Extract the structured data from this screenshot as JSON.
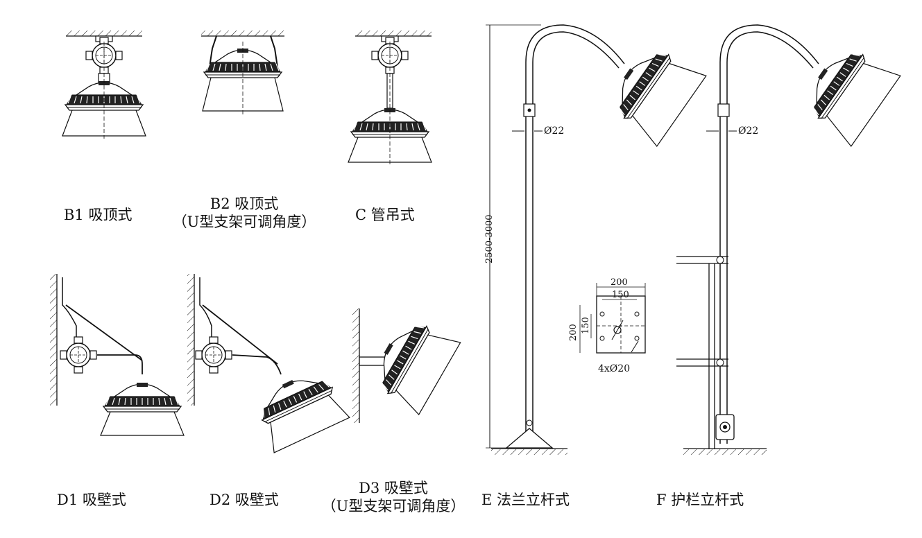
{
  "captions": {
    "b1": "B1 吸顶式",
    "b2_line1": "B2 吸顶式",
    "b2_line2": "（U型支架可调角度）",
    "c": "C 管吊式",
    "d1": "D1 吸壁式",
    "d2": "D2 吸壁式",
    "d3_line1": "D3 吸壁式",
    "d3_line2": "（U型支架可调角度）",
    "e": "E 法兰立杆式",
    "f": "F 护栏立杆式"
  },
  "dimensions": {
    "height_range": "2500-3000",
    "pole_diameter_e": "Ø22",
    "pole_diameter_f": "Ø22",
    "flange_outer_width": "200",
    "flange_inner_width": "150",
    "flange_outer_height": "200",
    "flange_inner_height": "150",
    "bolt_holes": "4xØ20"
  },
  "colors": {
    "line": "#111111",
    "background": "#ffffff"
  }
}
